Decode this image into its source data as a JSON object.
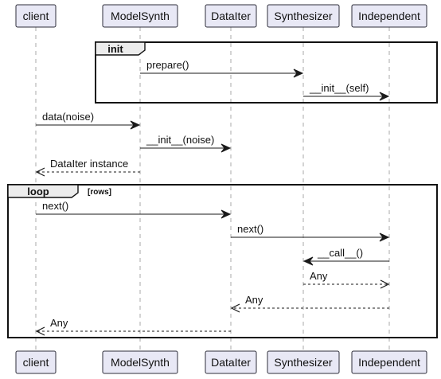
{
  "participants": [
    {
      "key": "client",
      "label": "client"
    },
    {
      "key": "model",
      "label": "ModelSynth"
    },
    {
      "key": "iter",
      "label": "DataIter"
    },
    {
      "key": "synth",
      "label": "Synthesizer"
    },
    {
      "key": "indep",
      "label": "Independent"
    }
  ],
  "fragments": [
    {
      "key": "init",
      "label": "init",
      "guard": ""
    },
    {
      "key": "loop",
      "label": "loop",
      "guard": "[rows]"
    }
  ],
  "messages": [
    {
      "from": "model",
      "to": "synth",
      "label": "prepare()",
      "style": "sync"
    },
    {
      "from": "synth",
      "to": "indep",
      "label": "__init__(self)",
      "style": "sync"
    },
    {
      "from": "client",
      "to": "model",
      "label": "data(noise)",
      "style": "sync"
    },
    {
      "from": "model",
      "to": "iter",
      "label": "__init__(noise)",
      "style": "sync"
    },
    {
      "from": "model",
      "to": "client",
      "label": "DataIter instance",
      "style": "return"
    },
    {
      "from": "client",
      "to": "iter",
      "label": "next()",
      "style": "sync"
    },
    {
      "from": "iter",
      "to": "indep",
      "label": "next()",
      "style": "sync"
    },
    {
      "from": "indep",
      "to": "synth",
      "label": "__call__()",
      "style": "sync"
    },
    {
      "from": "synth",
      "to": "indep",
      "label": "Any",
      "style": "return"
    },
    {
      "from": "indep",
      "to": "iter",
      "label": "Any",
      "style": "return"
    },
    {
      "from": "iter",
      "to": "client",
      "label": "Any",
      "style": "return"
    }
  ]
}
